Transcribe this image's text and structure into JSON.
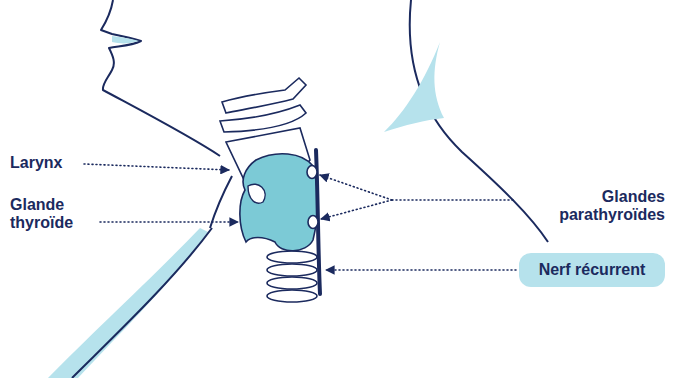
{
  "diagram": {
    "nodes": [
      {
        "text": [
          "Nerf récurrent"
        ]
      }
    ],
    "labels": [
      "Larynx",
      "Glande thyroïde",
      "Glandes parathyroïdes"
    ]
  }
}
